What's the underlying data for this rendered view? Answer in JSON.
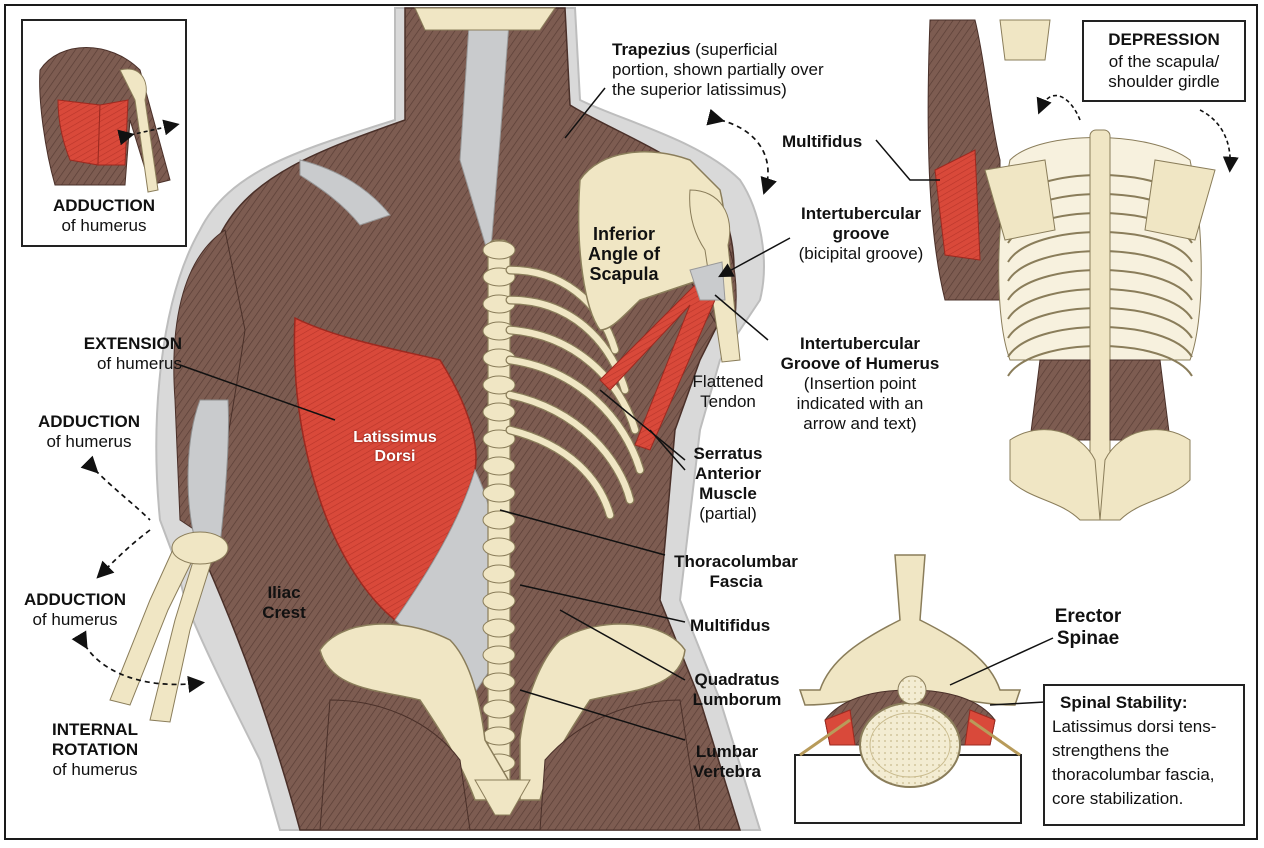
{
  "colors": {
    "muscle": "#7d5c51",
    "muscle_dark": "#5a3e36",
    "lat": "#d9493a",
    "bone": "#f0e6c4",
    "bone_line": "#8a7d5a",
    "fascia": "#c9cbcd",
    "outline": "#c8c8c8"
  },
  "labels": {
    "trapezius_bold": "Trapezius",
    "trapezius_line1": "(superficial",
    "trapezius_line2": "portion, shown partially over",
    "trapezius_line3": "the superior latissimus)",
    "multifidus_top": "Multifidus",
    "depression_bold": "DEPRESSION",
    "depression_line1": "of the scapula/",
    "depression_line2": "shoulder girdle",
    "inset_adduction_bold": "ADDUCTION",
    "inset_adduction_sub": "of humerus",
    "inferior_angle_1": "Inferior",
    "inferior_angle_2": "Angle of",
    "inferior_angle_3": "Scapula",
    "groove_bold_1": "Intertubercular",
    "groove_bold_2": "groove",
    "groove_sub": "(bicipital groove)",
    "extension_bold": "EXTENSION",
    "extension_sub": "of humerus",
    "adduction1_bold": "ADDUCTION",
    "adduction1_sub": "of humerus",
    "adduction2_bold": "ADDUCTION",
    "adduction2_sub": "of humerus",
    "internal_1": "INTERNAL",
    "internal_2": "ROTATION",
    "internal_sub": "of humerus",
    "lat_1": "Latissimus",
    "lat_2": "Dorsi",
    "humerus_groove_1": "Intertubercular",
    "humerus_groove_2": "Groove of Humerus",
    "humerus_groove_3": "(Insertion point",
    "humerus_groove_4": "indicated with an",
    "humerus_groove_5": "arrow and text)",
    "tendon_1": "Flattened",
    "tendon_2": "Tendon",
    "serratus_1": "Serratus",
    "serratus_2": "Anterior",
    "serratus_3": "Muscle",
    "serratus_sub": "(partial)",
    "thoraco_1": "Thoracolumbar",
    "thoraco_2": "Fascia",
    "iliac_1": "Iliac",
    "iliac_2": "Crest",
    "multifidus_low": "Multifidus",
    "quadratus_1": "Quadratus",
    "quadratus_2": "Lumborum",
    "lumbar_1": "Lumbar",
    "lumbar_2": "Vertebra",
    "erector_1": "Erector",
    "erector_2": "Spinae",
    "stability_title": "Spinal Stability:",
    "stability_1": "Latissimus dorsi tens-",
    "stability_2": "strengthens the",
    "stability_3": "thoracolumbar fascia,",
    "stability_4": "core stabilization."
  }
}
